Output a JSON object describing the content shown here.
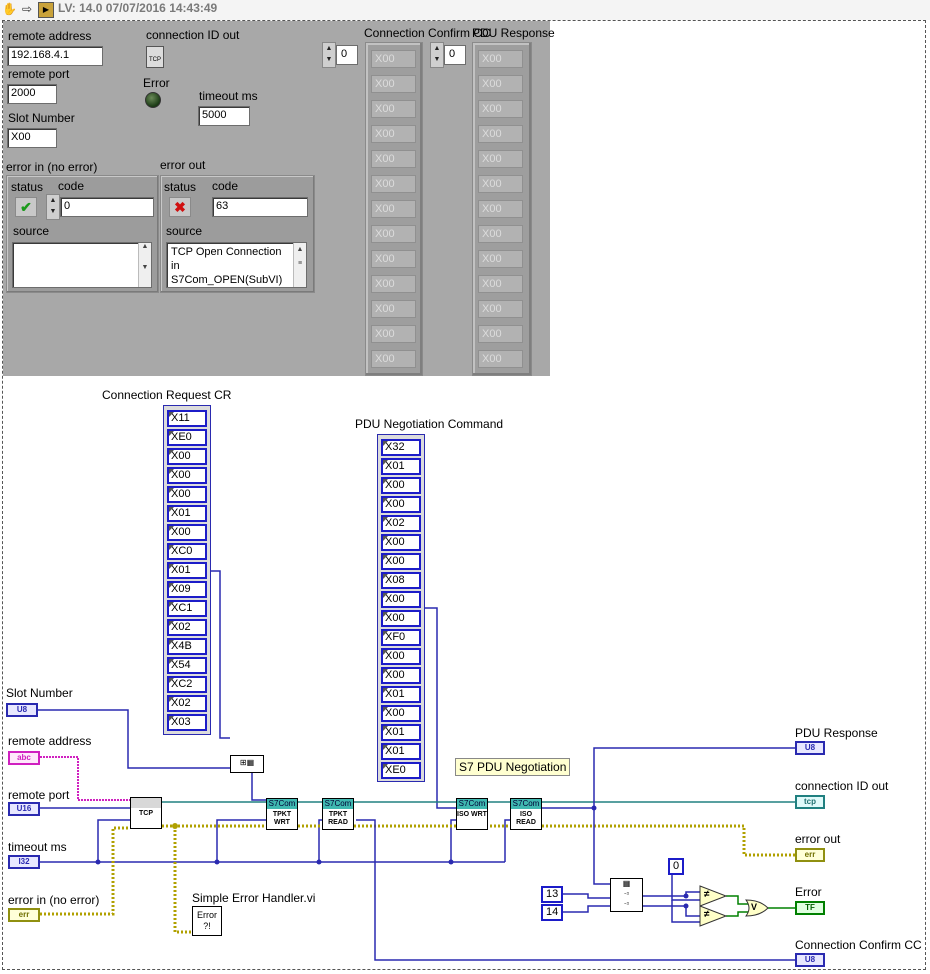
{
  "titlebar": {
    "version_label": "LV: 14.0 07/07/2016 14:43:49"
  },
  "front_panel": {
    "remote_address": {
      "label": "remote address",
      "value": "192.168.4.1"
    },
    "remote_port": {
      "label": "remote port",
      "value": "2000"
    },
    "slot_number": {
      "label": "Slot Number",
      "value": "X00"
    },
    "connection_id_out": {
      "label": "connection ID out",
      "icon_text": "TCP"
    },
    "error_led": {
      "label": "Error"
    },
    "timeout": {
      "label": "timeout ms",
      "value": "5000"
    },
    "error_in": {
      "label": "error in (no error)",
      "status_label": "status",
      "code_label": "code",
      "code_value": "0",
      "source_label": "source",
      "source_value": ""
    },
    "error_out": {
      "label": "error out",
      "status_label": "status",
      "code_label": "code",
      "code_value": "63",
      "source_label": "source",
      "source_value": "TCP Open Connection in S7Com_OPEN(SubVI)"
    },
    "connection_confirm": {
      "label": "Connection Confirm CC",
      "index": "0",
      "elements": [
        "X00",
        "X00",
        "X00",
        "X00",
        "X00",
        "X00",
        "X00",
        "X00",
        "X00",
        "X00",
        "X00",
        "X00",
        "X00"
      ]
    },
    "pdu_response": {
      "label": "PDU Response",
      "index": "0",
      "elements": [
        "X00",
        "X00",
        "X00",
        "X00",
        "X00",
        "X00",
        "X00",
        "X00",
        "X00",
        "X00",
        "X00",
        "X00",
        "X00"
      ]
    }
  },
  "block_diagram": {
    "connection_request": {
      "label": "Connection Request CR",
      "elements": [
        "X11",
        "XE0",
        "X00",
        "X00",
        "X00",
        "X01",
        "X00",
        "XC0",
        "X01",
        "X09",
        "XC1",
        "X02",
        "X4B",
        "X54",
        "XC2",
        "X02",
        "X03"
      ]
    },
    "pdu_negotiation": {
      "label": "PDU Negotiation Command",
      "elements": [
        "X32",
        "X01",
        "X00",
        "X00",
        "X02",
        "X00",
        "X00",
        "X08",
        "X00",
        "X00",
        "XF0",
        "X00",
        "X00",
        "X01",
        "X00",
        "X01",
        "X01",
        "XE0"
      ]
    },
    "s7_pdu_label": "S7 PDU Negotiation",
    "terminals_left": [
      {
        "label": "Slot Number",
        "type": "U8"
      },
      {
        "label": "remote address",
        "type": "abc"
      },
      {
        "label": "remote port",
        "type": "U16"
      },
      {
        "label": "timeout ms",
        "type": "I32"
      },
      {
        "label": "error in (no error)",
        "type": "err"
      }
    ],
    "terminals_right": [
      {
        "label": "PDU Response",
        "type": "U8"
      },
      {
        "label": "connection ID out",
        "type": "tcp"
      },
      {
        "label": "error out",
        "type": "err"
      },
      {
        "label": "Error",
        "type": "TF"
      },
      {
        "label": "Connection Confirm CC",
        "type": "U8"
      }
    ],
    "subvis": [
      {
        "head": "",
        "body": "TCP"
      },
      {
        "head": "S7Com",
        "body": "TPKT WRT"
      },
      {
        "head": "S7Com",
        "body": "TPKT READ"
      },
      {
        "head": "S7Com",
        "body": "ISO WRT"
      },
      {
        "head": "S7Com",
        "body": "ISO READ"
      }
    ],
    "error_handler_label": "Simple Error Handler.vi",
    "consts": [
      "0",
      "13",
      "14"
    ]
  }
}
